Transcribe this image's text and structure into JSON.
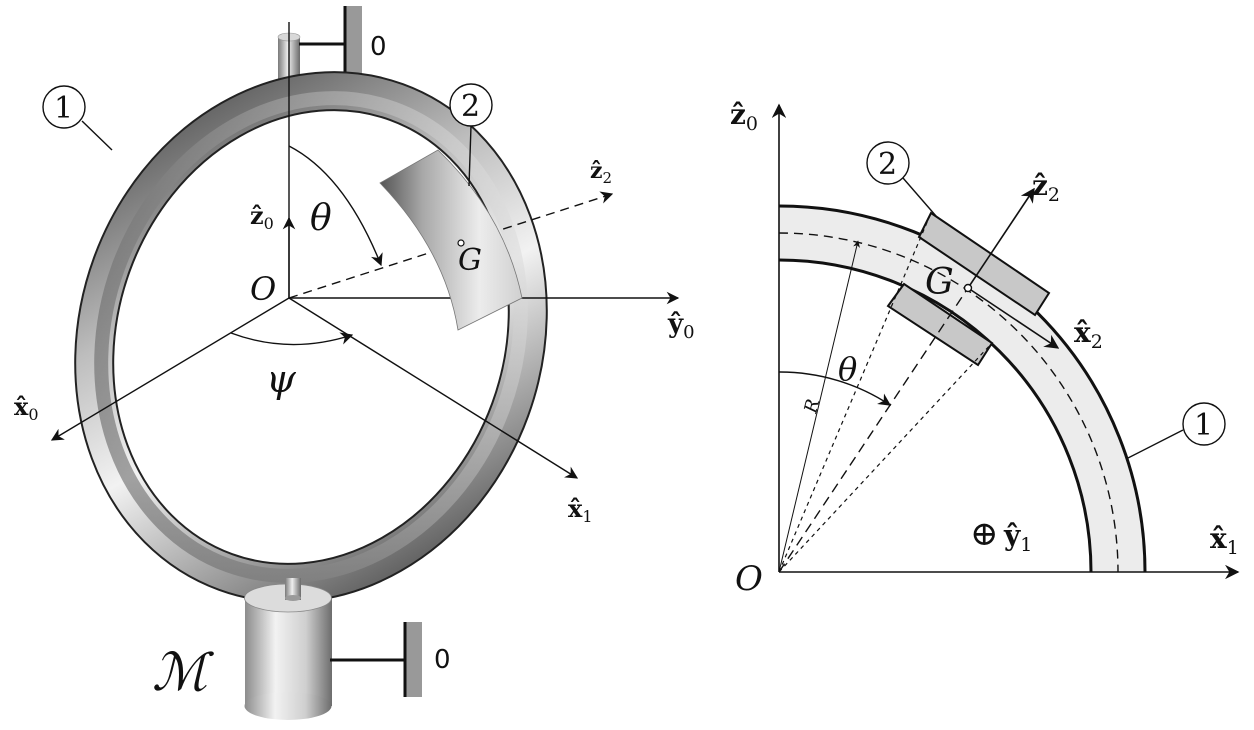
{
  "left_view": {
    "ground_symbol_top": "0",
    "ground_symbol_bottom": "0",
    "part_ring": "1",
    "part_slider": "2",
    "origin": "O",
    "center_of_mass": "G",
    "motor": "ℳ",
    "angle_theta": "θ",
    "angle_psi": "ψ",
    "axes": {
      "z0": {
        "base": "ẑ",
        "sub": "0"
      },
      "z2": {
        "base": "ẑ",
        "sub": "2"
      },
      "y0": {
        "base": "ŷ",
        "sub": "0"
      },
      "x0": {
        "base": "x̂",
        "sub": "0"
      },
      "x1": {
        "base": "x̂",
        "sub": "1"
      }
    }
  },
  "right_view": {
    "part_ring": "1",
    "part_slider": "2",
    "origin": "O",
    "center_of_mass": "G",
    "radius": "R",
    "angle_theta": "θ",
    "into_page_symbol": "⊕",
    "axes": {
      "z0": {
        "base": "ẑ",
        "sub": "0"
      },
      "z2": {
        "base": "ẑ",
        "sub": "2"
      },
      "x2": {
        "base": "x̂",
        "sub": "2"
      },
      "x1": {
        "base": "x̂",
        "sub": "1"
      },
      "y1": {
        "base": "ŷ",
        "sub": "1"
      }
    }
  },
  "colors": {
    "ink": "#111111",
    "ring_dark": "#3a3a3a",
    "ring_light": "#f0f0f0",
    "band_fill": "#ececec",
    "slider_fill": "#c8c8c8",
    "ground_bar": "#999999"
  }
}
